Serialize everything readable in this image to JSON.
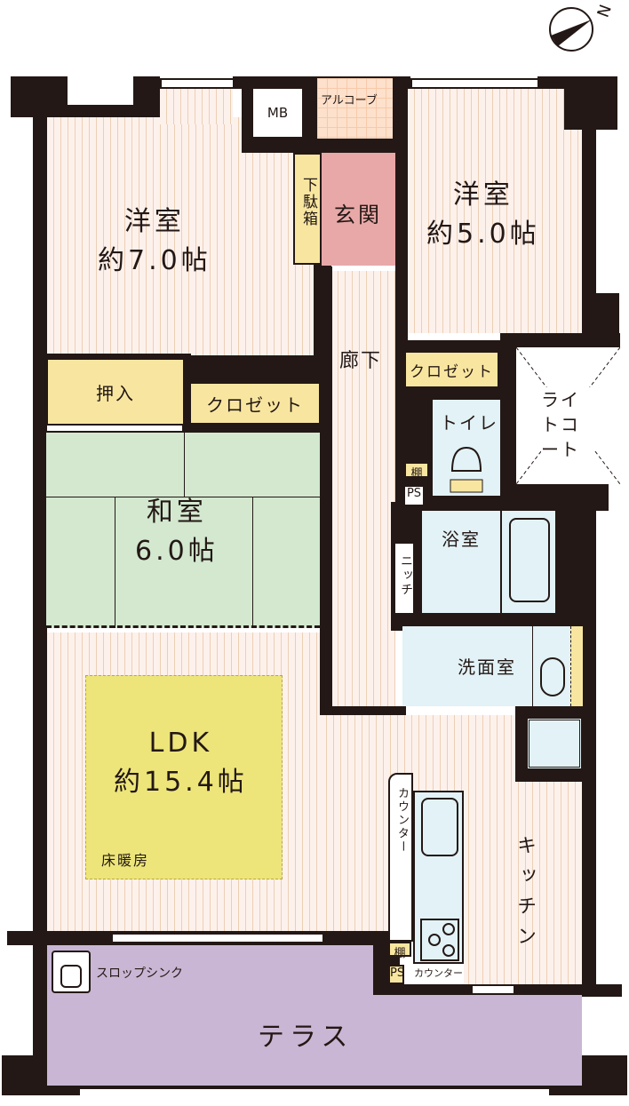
{
  "compass": {
    "label": "N"
  },
  "rooms": {
    "western_7": {
      "name": "洋室",
      "size": "約7.0帖"
    },
    "western_5": {
      "name": "洋室",
      "size": "約5.0帖"
    },
    "japanese": {
      "name": "和室",
      "size": "6.0帖"
    },
    "ldk": {
      "name": "LDK",
      "size": "約15.4帖",
      "note": "床暖房"
    },
    "entrance": "玄関",
    "shoe_box": "下駄箱",
    "alcove": "アルコーブ",
    "mb": "MB",
    "hallway": "廊下",
    "closet_1": "クロゼット",
    "closet_2": "クロゼット",
    "oshiire": "押入",
    "toilet": "トイレ",
    "shelf_1": "棚",
    "ps_1": "PS",
    "light_court": "ライトコート",
    "bath": "浴室",
    "niche": "ニッチ",
    "washroom": "洗面室",
    "kitchen": "キッチン",
    "counter_1": "カウンター",
    "counter_2": "カウンター",
    "shelf_2": "棚",
    "ps_2": "PS",
    "slop_sink": "スロップシンク",
    "terrace": "テラス"
  },
  "colors": {
    "wall": "#231815",
    "tatami": "#d3e8cf",
    "entrance": "#e8a8a8",
    "storage": "#f8e6a0",
    "wet": "#e2f2f6",
    "terrace": "#c9b6d4",
    "floor_heating": "#ede57a"
  }
}
